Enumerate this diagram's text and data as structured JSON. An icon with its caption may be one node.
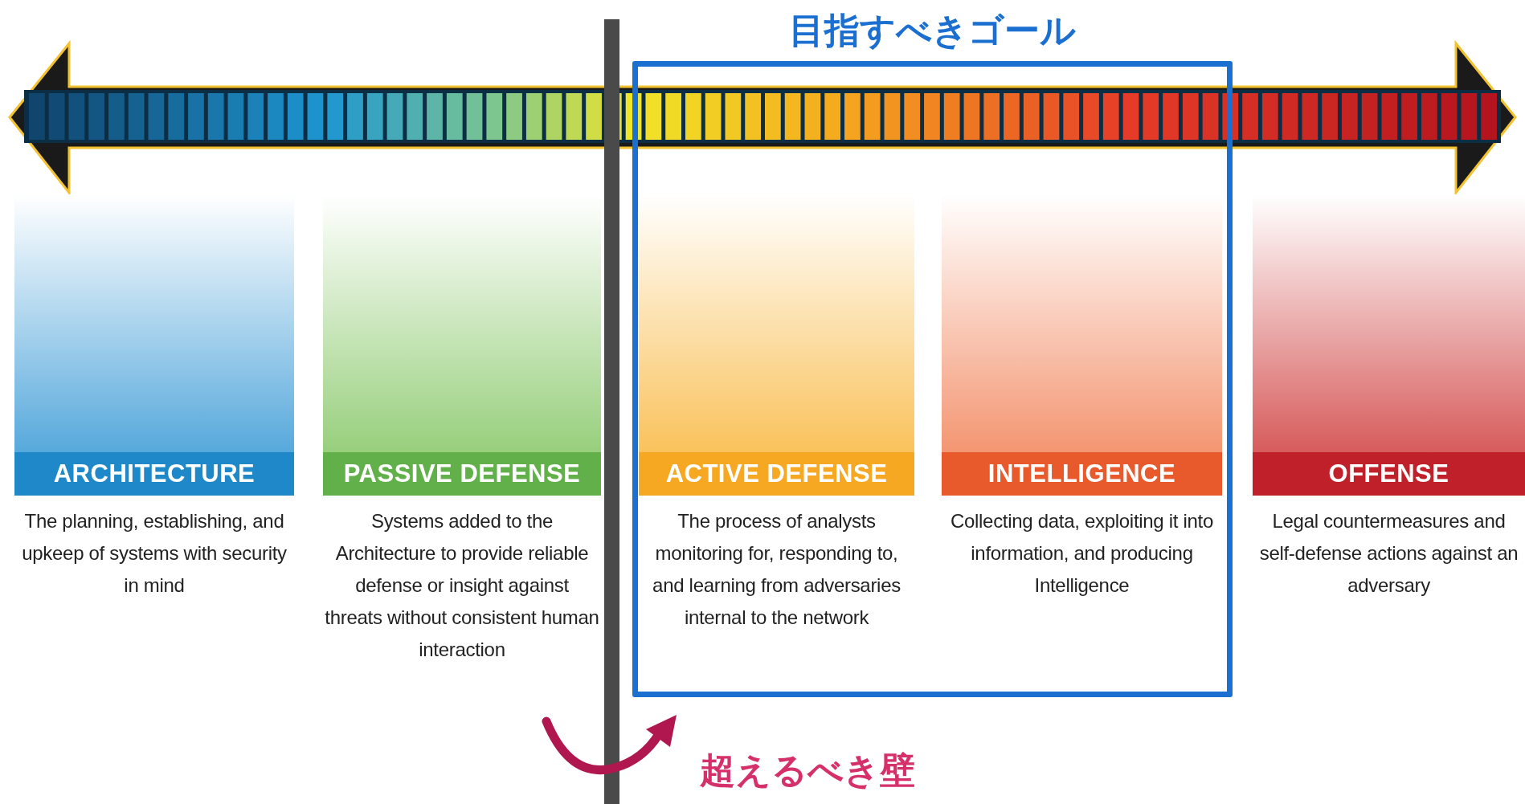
{
  "diagram": {
    "nodes": [
      {
        "text": [
          "目指すべきゴール"
        ]
      },
      {
        "text": [
          "ARCHITECTURE",
          "The planning, establishing, and upkeep of systems with security in mind"
        ]
      },
      {
        "text": [
          "PASSIVE DEFENSE",
          "Systems added to the Architecture to provide reliable defense or insight against threats without consistent human interaction"
        ]
      },
      {
        "text": [
          "ACTIVE DEFENSE",
          "The process of analysts monitoring for, responding to, and learning from adversaries internal to the network"
        ],
        "in": 0
      },
      {
        "text": [
          "INTELLIGENCE",
          "Collecting data, exploiting it into information, and producing Intelligence"
        ],
        "in": 0
      },
      {
        "text": [
          "OFFENSE",
          "Legal countermeasures and self-defense actions against an adversary"
        ]
      },
      {
        "text": [],
        "shape": "bar"
      }
    ],
    "labels": [
      "超えるべき壁"
    ]
  }
}
